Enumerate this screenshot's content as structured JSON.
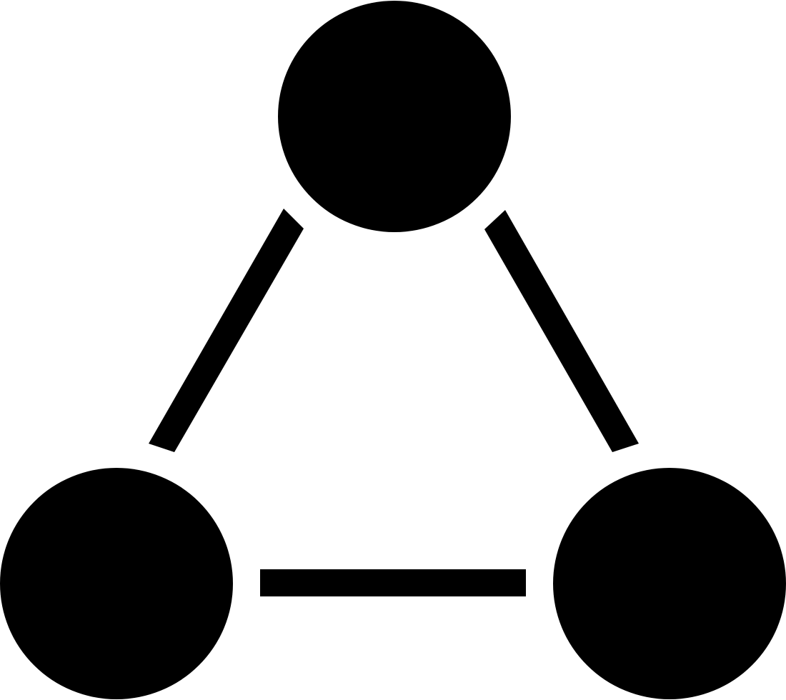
{
  "icon": {
    "name": "network-triangle-icon",
    "fill_color": "#000000",
    "background_color": "#ffffff",
    "nodes": [
      {
        "id": "top-node"
      },
      {
        "id": "bottom-left-node"
      },
      {
        "id": "bottom-right-node"
      }
    ],
    "connectors": [
      {
        "id": "left-connector",
        "from": "top-node",
        "to": "bottom-left-node"
      },
      {
        "id": "right-connector",
        "from": "top-node",
        "to": "bottom-right-node"
      },
      {
        "id": "bottom-connector",
        "from": "bottom-left-node",
        "to": "bottom-right-node"
      }
    ]
  }
}
